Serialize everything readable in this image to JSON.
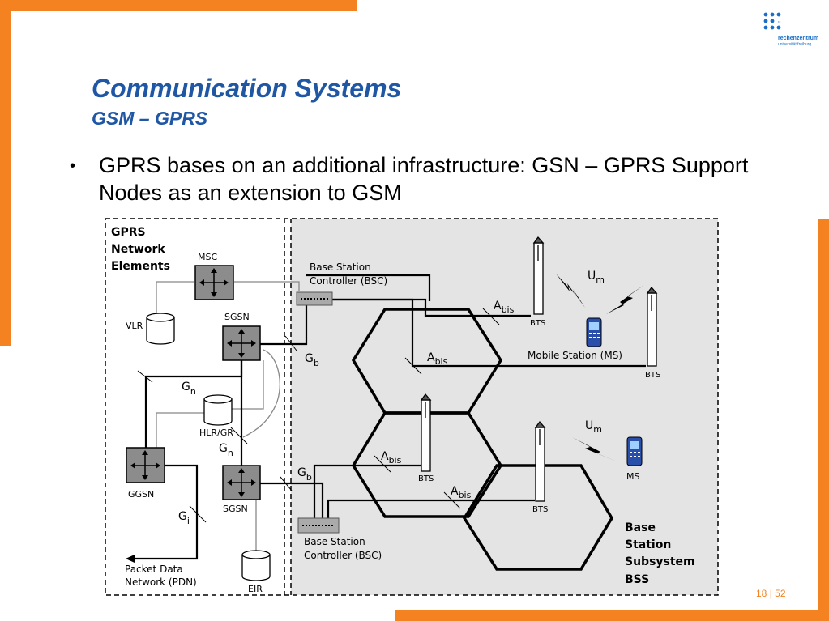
{
  "slide": {
    "title": "Communication Systems",
    "subtitle": "GSM – GPRS",
    "bullet": "GPRS bases on an additional infrastructure: GSN – GPRS Support Nodes as an extension to GSM",
    "page_current": "18",
    "page_separator": "|",
    "page_total": "52"
  },
  "logo": {
    "name": "rechenzentrum",
    "sub": "universität freiburg",
    "icon": "dot-grid-logo",
    "color": "#1a6ec8"
  },
  "colors": {
    "accent_orange": "#f58220",
    "title_blue": "#1f57a5",
    "bss_background": "#e4e4e4"
  },
  "diagram": {
    "gprs_heading_1": "GPRS",
    "gprs_heading_2": "Network",
    "gprs_heading_3": "Elements",
    "msc": "MSC",
    "vlr": "VLR",
    "sgsn_top": "SGSN",
    "hlr_gr": "HLR/GR",
    "ggsn": "GGSN",
    "sgsn_bottom": "SGSN",
    "eir": "EIR",
    "pdn_1": "Packet Data",
    "pdn_2": "Network (PDN)",
    "bsc_top_1": "Base Station",
    "bsc_top_2": "Controller (BSC)",
    "bsc_bottom_1": "Base Station",
    "bsc_bottom_2": "Controller (BSC)",
    "bts": "BTS",
    "mobile_station": "Mobile Station (MS)",
    "ms": "MS",
    "bss_heading_1": "Base",
    "bss_heading_2": "Station",
    "bss_heading_3": "Subsystem",
    "bss_heading_4": "BSS",
    "interfaces": {
      "gb": "G",
      "gb_sub": "b",
      "gn": "G",
      "gn_sub": "n",
      "gi": "G",
      "gi_sub": "i",
      "um": "U",
      "um_sub": "m",
      "abis": "A",
      "abis_sub": "bis"
    }
  }
}
